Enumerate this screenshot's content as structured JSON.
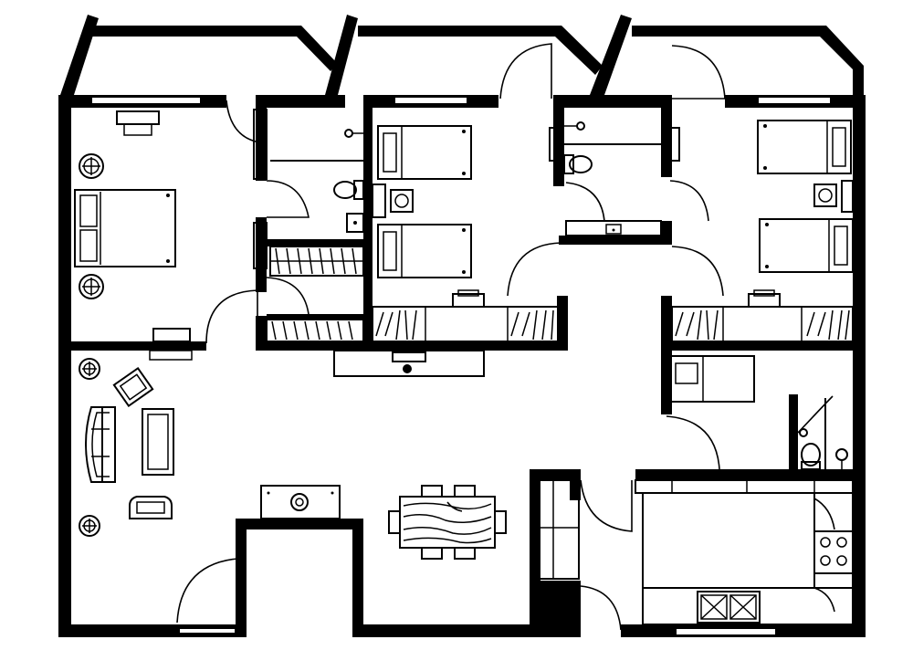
{
  "diagram": {
    "type": "floor-plan",
    "colors": {
      "wall": "#000000",
      "background": "#ffffff"
    },
    "rooms": [
      {
        "id": "master-bedroom",
        "furniture": [
          "double-bed",
          "nightstand-lamp",
          "nightstand-lamp",
          "desk-chair",
          "tv-stand"
        ]
      },
      {
        "id": "bathroom-1",
        "furniture": [
          "shower",
          "toilet",
          "sink"
        ]
      },
      {
        "id": "closet-1",
        "furniture": [
          "closet-rod"
        ]
      },
      {
        "id": "closet-2",
        "furniture": [
          "closet-rod"
        ]
      },
      {
        "id": "bedroom-2",
        "furniture": [
          "twin-bed",
          "twin-bed",
          "nightstand",
          "desk",
          "desk-chair",
          "bookshelf",
          "bookshelf"
        ]
      },
      {
        "id": "bathroom-2",
        "furniture": [
          "shower",
          "toilet",
          "vanity-sink"
        ]
      },
      {
        "id": "bedroom-3",
        "furniture": [
          "twin-bed",
          "twin-bed",
          "nightstand",
          "desk",
          "desk-chair",
          "bookshelf",
          "bookshelf"
        ]
      },
      {
        "id": "living-room",
        "furniture": [
          "sofa",
          "coffee-table",
          "armchair",
          "tv",
          "floor-lamp",
          "floor-lamp",
          "side-table"
        ]
      },
      {
        "id": "dining-area",
        "furniture": [
          "dining-table",
          "chair",
          "chair",
          "chair",
          "chair",
          "chair",
          "chair"
        ]
      },
      {
        "id": "kitchen",
        "furniture": [
          "counter",
          "stove",
          "double-sink",
          "pantry",
          "refrigerator"
        ]
      },
      {
        "id": "bedroom-4",
        "furniture": [
          "twin-bed",
          "counter"
        ]
      },
      {
        "id": "bathroom-3",
        "furniture": [
          "toilet",
          "sink"
        ]
      },
      {
        "id": "entry",
        "furniture": [
          "console-table"
        ]
      }
    ]
  }
}
